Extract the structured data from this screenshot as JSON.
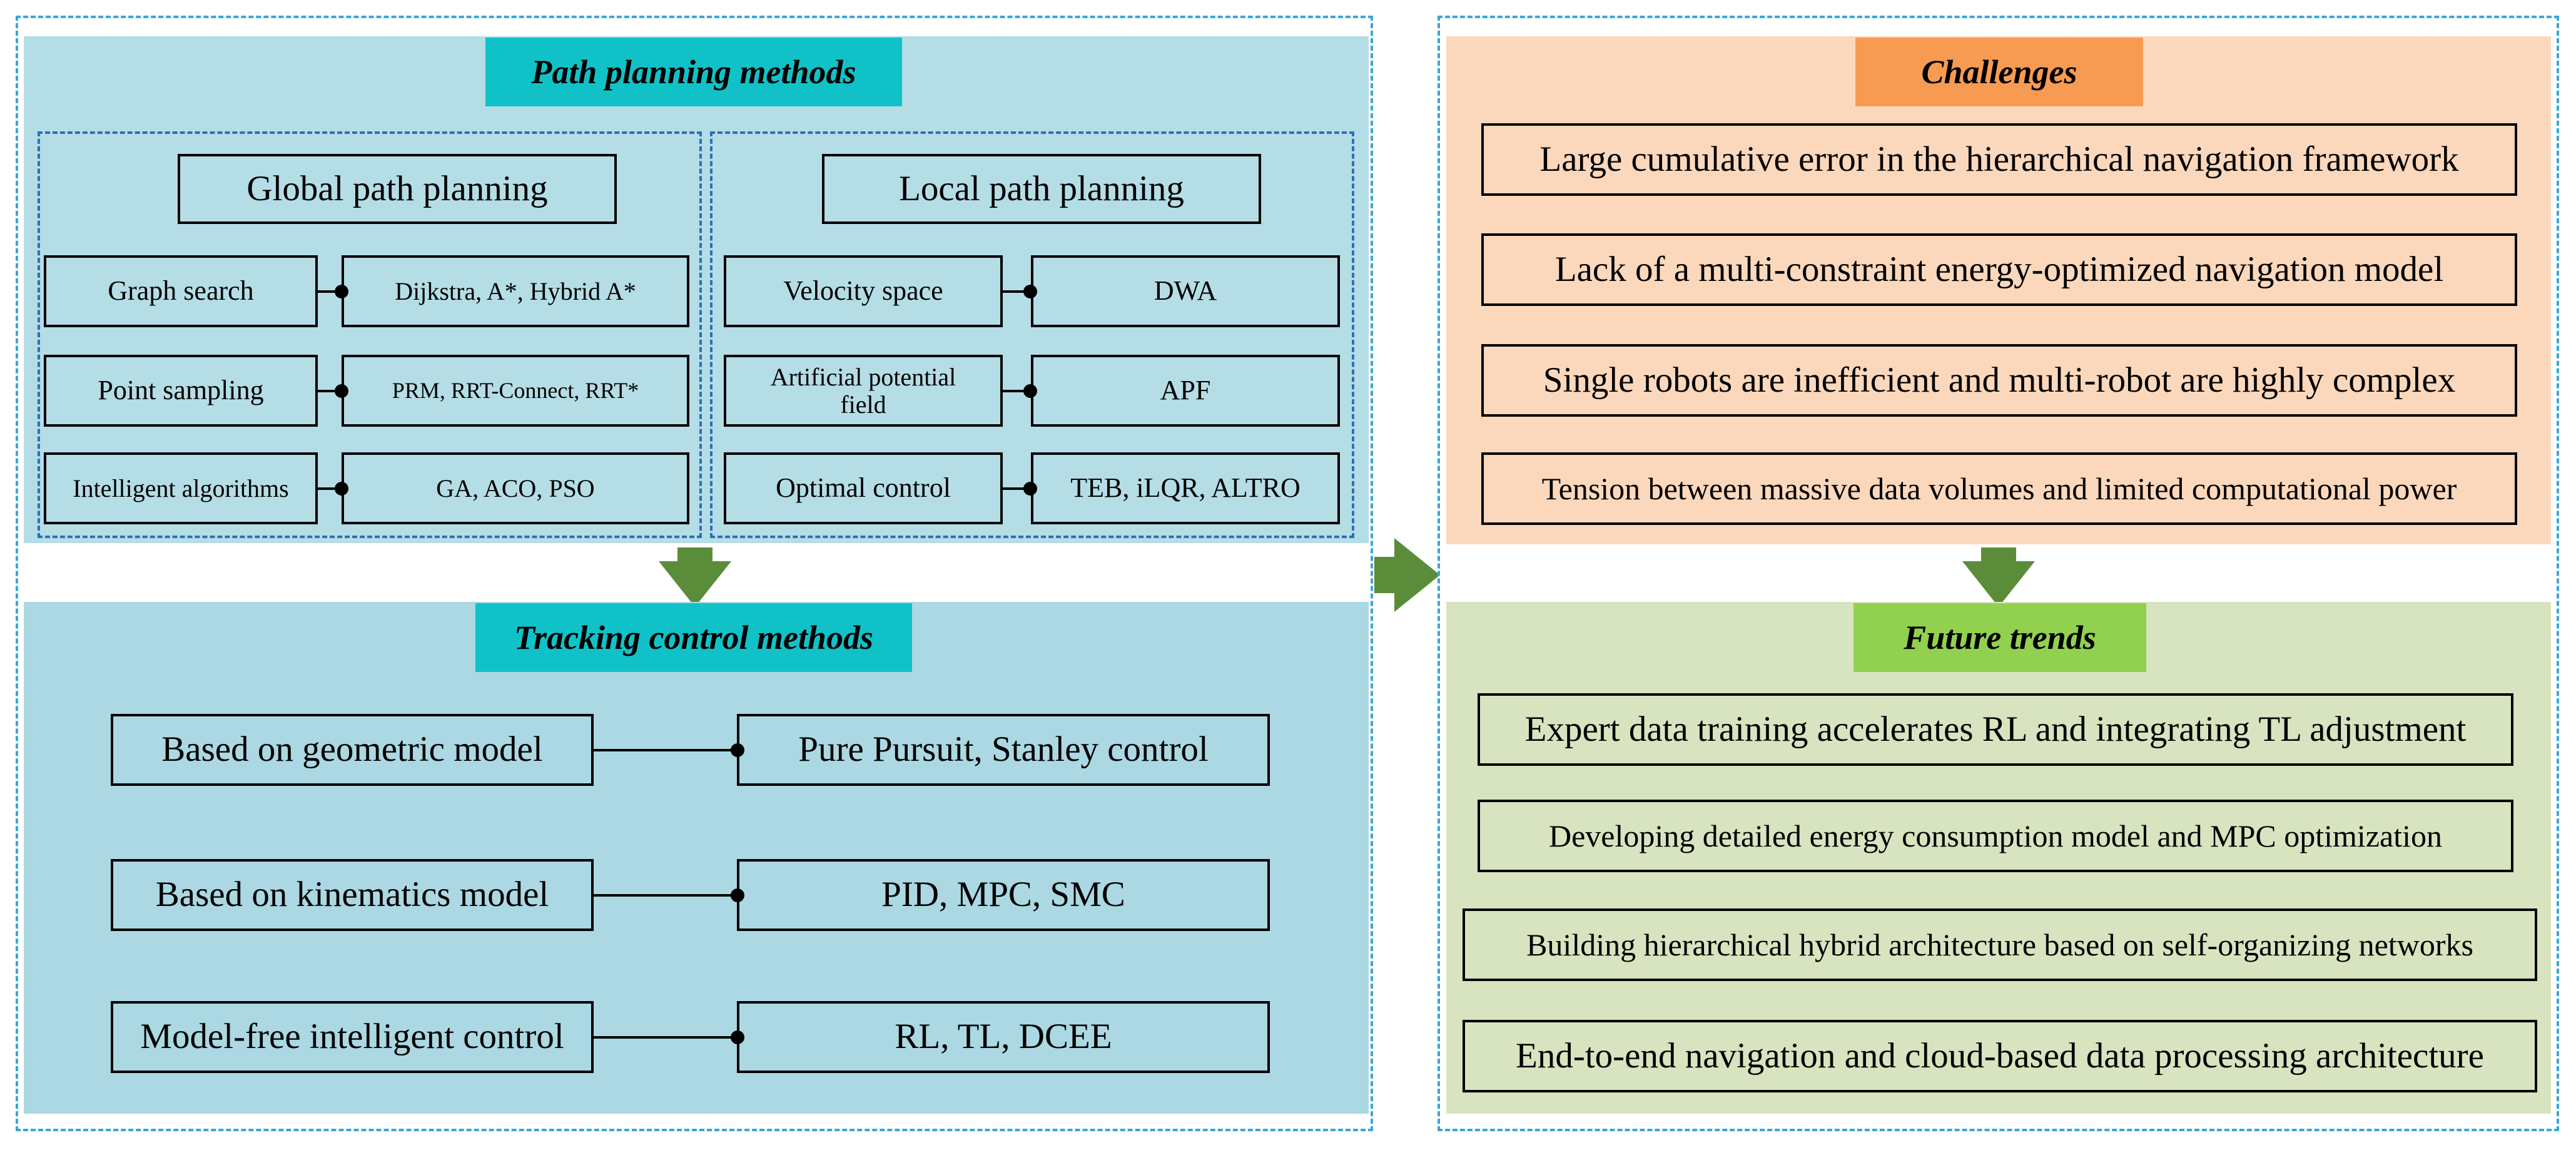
{
  "colors": {
    "dash_outer": "#3aa6d8",
    "dash_inner": "#2a70b8",
    "panel_blue": "#b5dde6",
    "panel_orange": "#fbd8bc",
    "panel_green": "#d8e4bf",
    "title_cyan": "#10c2c8",
    "title_orange": "#f79b53",
    "title_green": "#92d050",
    "arrow": "#5b8c3a"
  },
  "path_planning": {
    "title": "Path planning methods",
    "global": {
      "title": "Global path planning",
      "rows": [
        {
          "label": "Graph search",
          "value": "Dijkstra, A*, Hybrid A*"
        },
        {
          "label": "Point sampling",
          "value": "PRM, RRT-Connect,  RRT*"
        },
        {
          "label": "Intelligent algorithms",
          "value": "GA, ACO, PSO"
        }
      ]
    },
    "local": {
      "title": "Local path planning",
      "rows": [
        {
          "label": "Velocity space",
          "value": "DWA"
        },
        {
          "label": "Artificial potential field",
          "value": "APF"
        },
        {
          "label": "Optimal control",
          "value": "TEB, iLQR, ALTRO"
        }
      ]
    }
  },
  "tracking": {
    "title": "Tracking control methods",
    "rows": [
      {
        "label": "Based on geometric model",
        "value": "Pure Pursuit, Stanley control"
      },
      {
        "label": "Based on kinematics model",
        "value": "PID, MPC, SMC"
      },
      {
        "label": "Model-free intelligent control",
        "value": "RL, TL, DCEE"
      }
    ]
  },
  "challenges": {
    "title": "Challenges",
    "items": [
      "Large cumulative error in the hierarchical navigation framework",
      "Lack of a multi-constraint energy-optimized navigation model",
      "Single robots are inefficient and multi-robot  are highly complex",
      "Tension between massive data volumes and limited computational power"
    ]
  },
  "future": {
    "title": "Future trends",
    "items": [
      "Expert data training accelerates RL and integrating TL adjustment",
      "Developing detailed energy consumption model and MPC optimization",
      "Building hierarchical hybrid architecture based on self-organizing networks",
      "End-to-end navigation and cloud-based data processing architecture"
    ]
  }
}
